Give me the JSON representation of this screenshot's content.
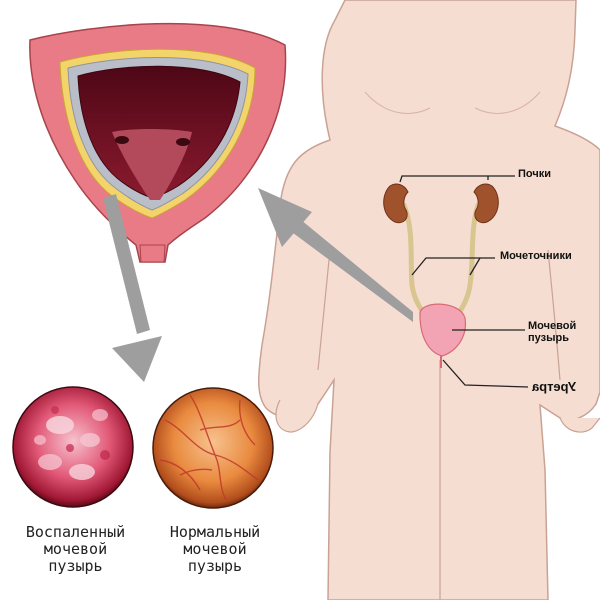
{
  "labels": {
    "kidneys": "Почки",
    "ureters": "Мочеточники",
    "bladder_line1": "Мочевой",
    "bladder_line2": "пузырь",
    "urethra": "Уретра"
  },
  "captions": {
    "inflamed": [
      "Воспаленный",
      "мочевой",
      "пузырь"
    ],
    "normal": [
      "Нормальный",
      "мочевой",
      "пузырь"
    ]
  },
  "colors": {
    "skin": "#f6ddd2",
    "skin_outline": "#c9a294",
    "kidney": "#a0522d",
    "ureter": "#d9c58f",
    "bladder": "#f2a3b4",
    "bladder_wall": "#d96a74",
    "bladder_inner": "#6a0f22",
    "arrow": "#9e9e9e",
    "inflamed": "#e2506e",
    "normal": "#e8853a"
  }
}
